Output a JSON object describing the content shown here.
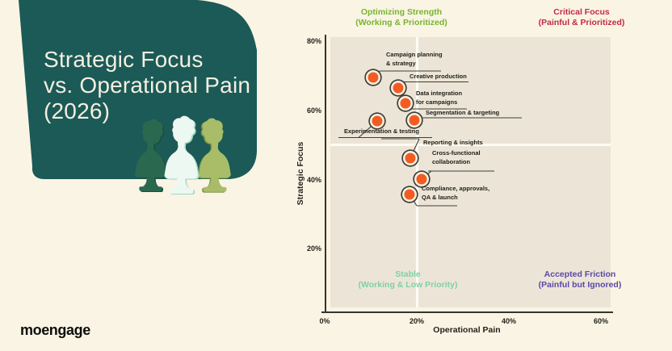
{
  "page": {
    "background": "#faf4e4"
  },
  "hero": {
    "panel_color": "#1b5a57",
    "title_lines": [
      "Strategic Focus",
      "vs. Operational Pain",
      "(2026)"
    ],
    "illustration": "three-classical-busts"
  },
  "logo": {
    "text": "moengage"
  },
  "chart_data": {
    "type": "scatter",
    "title": "Strategic Focus vs. Operational Pain (2026)",
    "xlabel": "Operational Pain",
    "ylabel": "Strategic Focus",
    "xlim": [
      0,
      62
    ],
    "ylim": [
      0,
      80
    ],
    "x_ticks": [
      {
        "value": 0,
        "label": "0%"
      },
      {
        "value": 20,
        "label": "20%"
      },
      {
        "value": 40,
        "label": "40%"
      },
      {
        "value": 60,
        "label": "60%"
      }
    ],
    "y_ticks": [
      {
        "value": 20,
        "label": "20%"
      },
      {
        "value": 40,
        "label": "40%"
      },
      {
        "value": 60,
        "label": "60%"
      },
      {
        "value": 80,
        "label": "80%"
      }
    ],
    "grid": false,
    "quadrant_split": {
      "x": 20,
      "y": 50
    },
    "point_color": "#f25c22",
    "quadrants": [
      {
        "id": "top_left",
        "title": "Optimizing Strength",
        "subtitle": "(Working & Prioritized)",
        "color": "#79b42f"
      },
      {
        "id": "top_right",
        "title": "Critical Focus",
        "subtitle": "(Painful & Prioritized)",
        "color": "#c32847"
      },
      {
        "id": "bottom_left",
        "title": "Stable",
        "subtitle": "(Working & Low Priority)",
        "color": "#7fd0a8"
      },
      {
        "id": "bottom_right",
        "title": "Accepted Friction",
        "subtitle": "(Painful but Ignored)",
        "color": "#5a48a5"
      }
    ],
    "points": [
      {
        "id": "campaign_planning",
        "label_lines": [
          "Campaign planning",
          "& strategy"
        ],
        "x": 10.5,
        "y": 69.5
      },
      {
        "id": "creative_production",
        "label_lines": [
          "Creative production"
        ],
        "x": 16.0,
        "y": 66.5
      },
      {
        "id": "data_integration",
        "label_lines": [
          "Data integration",
          "for campaigns"
        ],
        "x": 17.5,
        "y": 62.0
      },
      {
        "id": "segmentation_targeting",
        "label_lines": [
          "Segmentation & targeting"
        ],
        "x": 19.5,
        "y": 57.1
      },
      {
        "id": "experimentation_testing",
        "label_lines": [
          "Experimentation & testing"
        ],
        "x": 11.4,
        "y": 56.9
      },
      {
        "id": "reporting_insights",
        "label_lines": [
          "Reporting & insights"
        ],
        "x": 18.6,
        "y": 46.2
      },
      {
        "id": "cross_functional",
        "label_lines": [
          "Cross-functional",
          "collaboration"
        ],
        "x": 21.1,
        "y": 40.1
      },
      {
        "id": "compliance_qa",
        "label_lines": [
          "Compliance, approvals,",
          "QA & launch"
        ],
        "x": 18.4,
        "y": 35.7
      }
    ]
  }
}
